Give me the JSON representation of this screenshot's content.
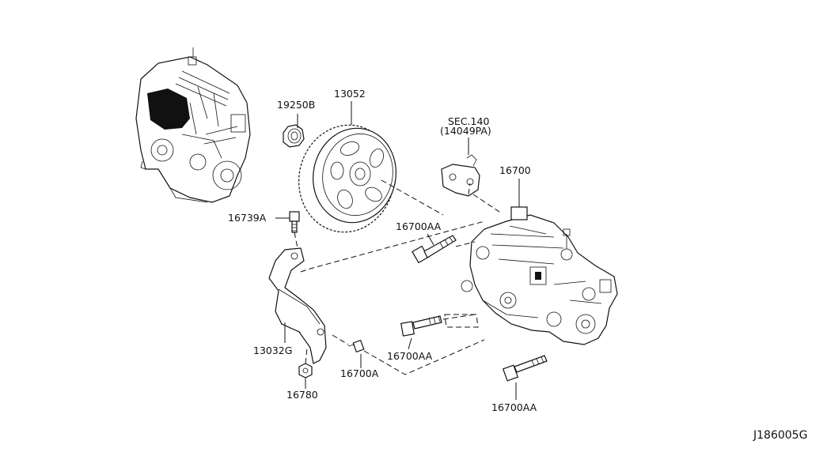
{
  "diagram_id": "J186005G",
  "parts": [
    {
      "key": "sprocket",
      "label": "13052"
    },
    {
      "key": "nut",
      "label": "19250B"
    },
    {
      "key": "sec",
      "label": "SEC.140"
    },
    {
      "key": "sec_sub",
      "label": "(14049PA)"
    },
    {
      "key": "pump",
      "label": "16700"
    },
    {
      "key": "bolt_top",
      "label": "16739A"
    },
    {
      "key": "bolt_aa1",
      "label": "16700AA"
    },
    {
      "key": "bolt_aa2",
      "label": "16700AA"
    },
    {
      "key": "bolt_aa3",
      "label": "16700AA"
    },
    {
      "key": "bracket",
      "label": "13032G"
    },
    {
      "key": "bolt_a",
      "label": "16700A"
    },
    {
      "key": "nut_bottom",
      "label": "16780"
    }
  ]
}
